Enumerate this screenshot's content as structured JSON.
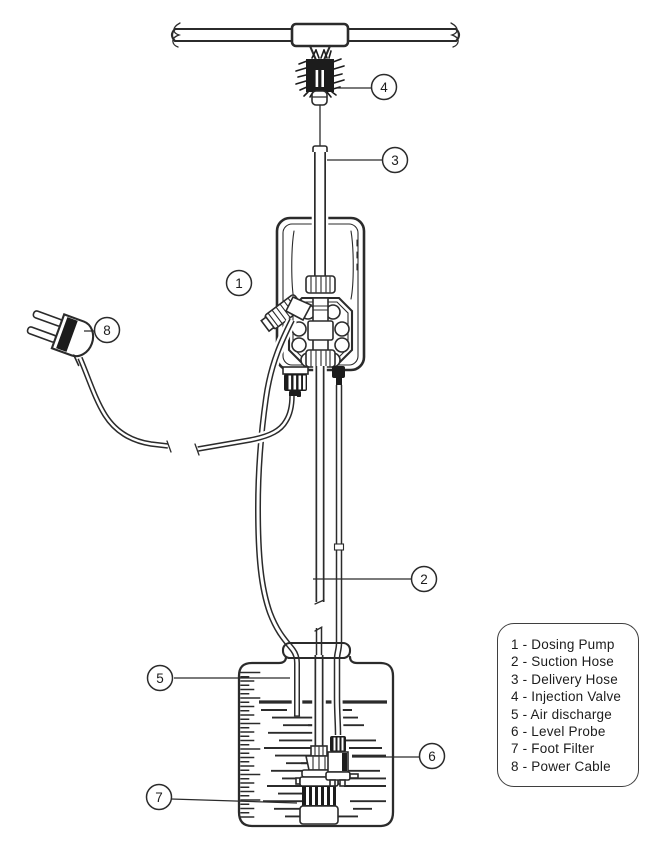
{
  "figure_type": "installation-diagram",
  "legend": {
    "items": [
      "1 - Dosing Pump",
      "2 - Suction Hose",
      "3 - Delivery Hose",
      "4 - Injection Valve",
      "5 - Air discharge",
      "6 - Level Probe",
      "7 - Foot Filter",
      "8 - Power Cable"
    ]
  },
  "callouts": {
    "dosing_pump": "1",
    "suction_hose": "2",
    "delivery_hose": "3",
    "injection_valve": "4",
    "air_discharge": "5",
    "level_probe": "6",
    "foot_filter": "7",
    "power_cable": "8"
  },
  "colors": {
    "line": "#2b2b2b",
    "dark_fill": "#1c1c1c",
    "text": "#1c1c1c",
    "background": "#ffffff"
  }
}
